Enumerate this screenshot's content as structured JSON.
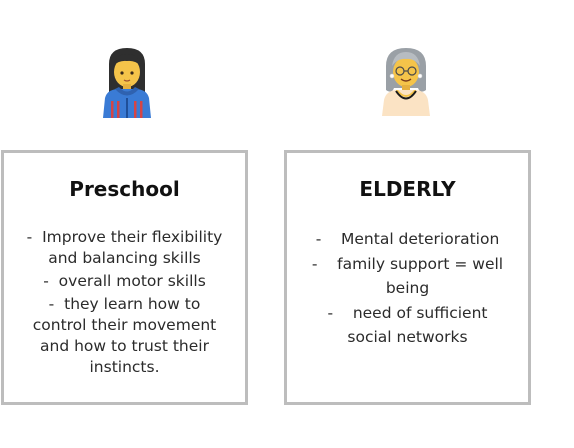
{
  "preschool": {
    "title": "Preschool",
    "avatar_icon": "girl-avatar-icon",
    "items": [
      "Improve their flexibility and balancing skills",
      "overall motor skills",
      "they learn how to control their movement and how to trust their instincts."
    ]
  },
  "elderly": {
    "title": "ELDERLY",
    "avatar_icon": "elderly-woman-avatar-icon",
    "items": [
      "Mental deterioration",
      "family support = well being",
      "need of sufficient social networks"
    ]
  },
  "colors": {
    "border": "#bdbdbd",
    "title": "#111111",
    "text": "#2b2b2b",
    "skin": "#f5c44a",
    "hair_dark": "#2f2f2f",
    "hair_gray": "#9aa0a6",
    "jacket_blue": "#3a7bd5",
    "jacket_red": "#d64545"
  }
}
